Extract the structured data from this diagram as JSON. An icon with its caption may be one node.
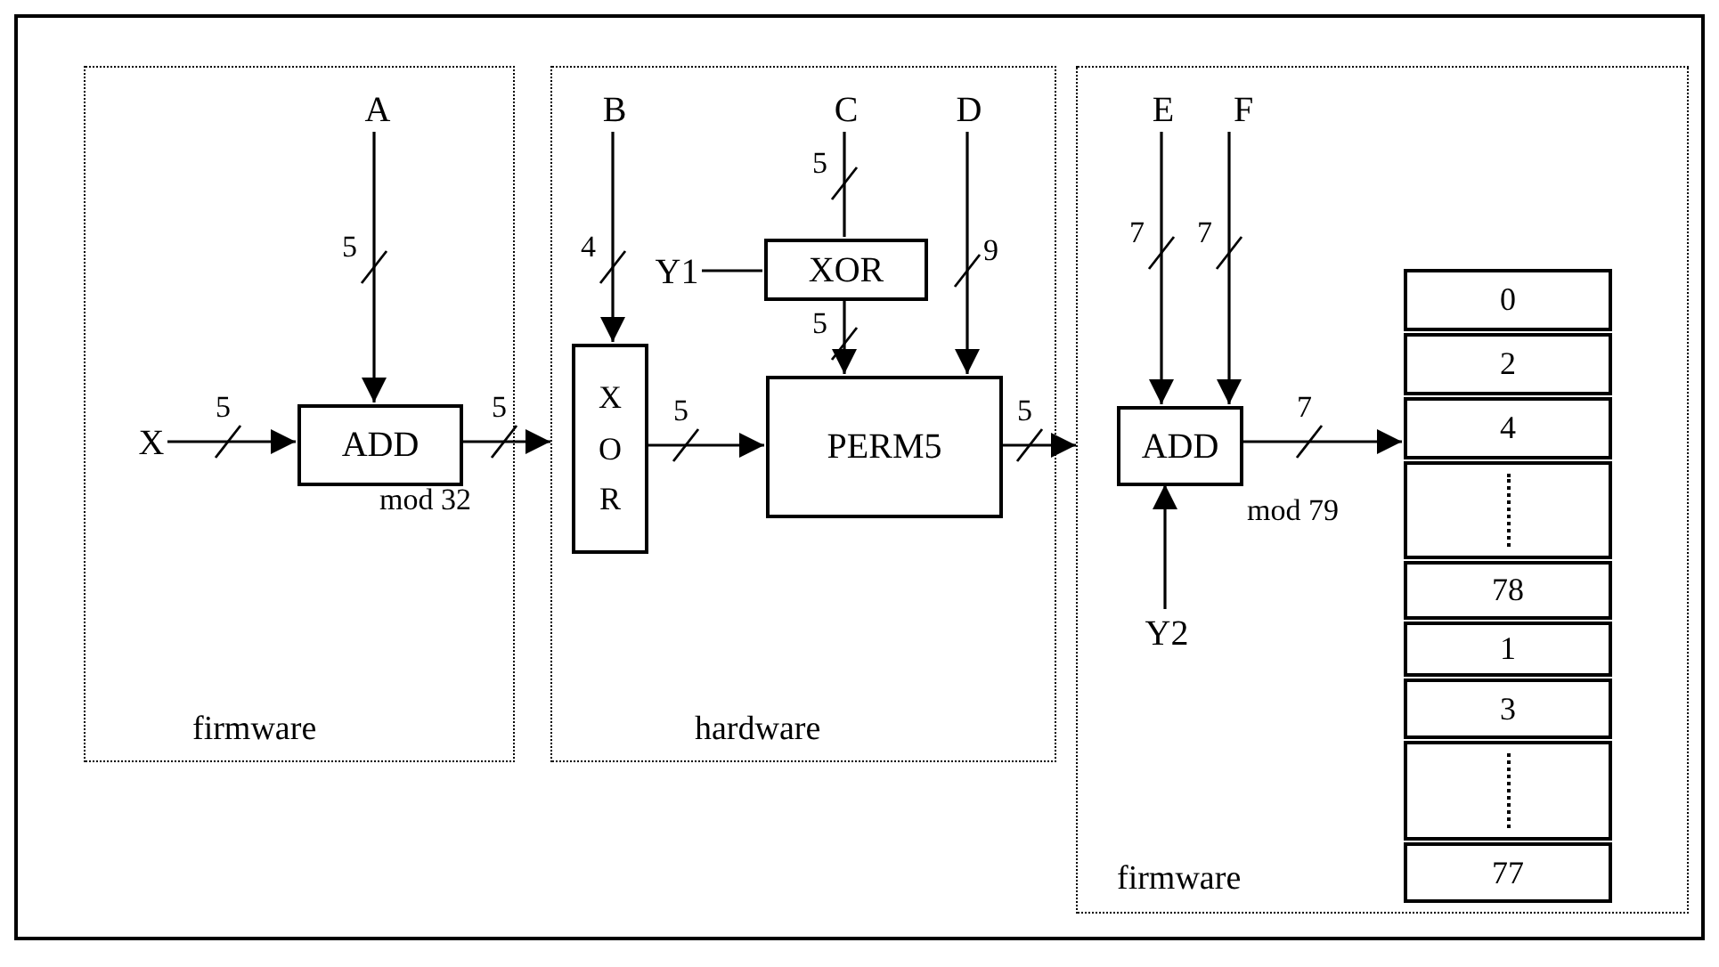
{
  "diagram": {
    "nodes": [
      {
        "text": [
          "firmware"
        ]
      },
      {
        "text": [
          "A"
        ],
        "in": 0
      },
      {
        "text": [
          "X"
        ],
        "in": 0
      },
      {
        "text": [
          "ADD"
        ],
        "in": 0,
        "beside": [
          "mod 32"
        ]
      },
      {
        "text": [
          "hardware"
        ]
      },
      {
        "text": [
          "B"
        ],
        "in": 4
      },
      {
        "text": [
          "C"
        ],
        "in": 4
      },
      {
        "text": [
          "D"
        ],
        "in": 4
      },
      {
        "text": [
          "Y1"
        ],
        "in": 4
      },
      {
        "text": [
          "XOR"
        ],
        "in": 4
      },
      {
        "text": [
          "X O R"
        ],
        "in": 4
      },
      {
        "text": [
          "PERM5"
        ],
        "in": 4
      },
      {
        "text": [
          "firmware"
        ]
      },
      {
        "text": [
          "E"
        ],
        "in": 12
      },
      {
        "text": [
          "F"
        ],
        "in": 12
      },
      {
        "text": [
          "ADD"
        ],
        "in": 12,
        "beside": [
          "mod 79"
        ]
      },
      {
        "text": [
          "Y2"
        ],
        "in": 12
      },
      {
        "text": [
          "0"
        ],
        "in": 12
      },
      {
        "text": [
          "2"
        ],
        "in": 12
      },
      {
        "text": [
          "4"
        ],
        "in": 12
      },
      {
        "text": [],
        "shape": "box",
        "in": 12
      },
      {
        "text": [
          "78"
        ],
        "in": 12
      },
      {
        "text": [
          "1"
        ],
        "in": 12
      },
      {
        "text": [
          "3"
        ],
        "in": 12
      },
      {
        "text": [],
        "shape": "box",
        "in": 12
      },
      {
        "text": [
          "77"
        ],
        "in": 12
      }
    ],
    "edges": [
      {
        "from": 2,
        "to": 3,
        "arrow": "to",
        "label": "5"
      },
      {
        "from": 1,
        "to": 3,
        "arrow": "to",
        "label": "5"
      },
      {
        "from": 3,
        "to": 4,
        "arrow": "to",
        "label": "5"
      },
      {
        "from": 5,
        "to": 10,
        "arrow": "to",
        "label": "4"
      },
      {
        "from": 6,
        "to": 9,
        "arrow": "none",
        "label": "5"
      },
      {
        "from": 8,
        "to": 9,
        "arrow": "none"
      },
      {
        "from": 9,
        "to": 11,
        "arrow": "to",
        "label": "5"
      },
      {
        "from": 7,
        "to": 11,
        "arrow": "to",
        "label": "9"
      },
      {
        "from": 10,
        "to": 11,
        "arrow": "to",
        "label": "5"
      },
      {
        "from": 11,
        "to": 12,
        "arrow": "to",
        "label": "5"
      },
      {
        "from": 13,
        "to": 15,
        "arrow": "to",
        "label": "7"
      },
      {
        "from": 14,
        "to": 15,
        "arrow": "to",
        "label": "7"
      },
      {
        "from": 16,
        "to": 15,
        "arrow": "to"
      },
      {
        "from": 15,
        "to": 19,
        "arrow": "to",
        "label": "7"
      }
    ]
  }
}
